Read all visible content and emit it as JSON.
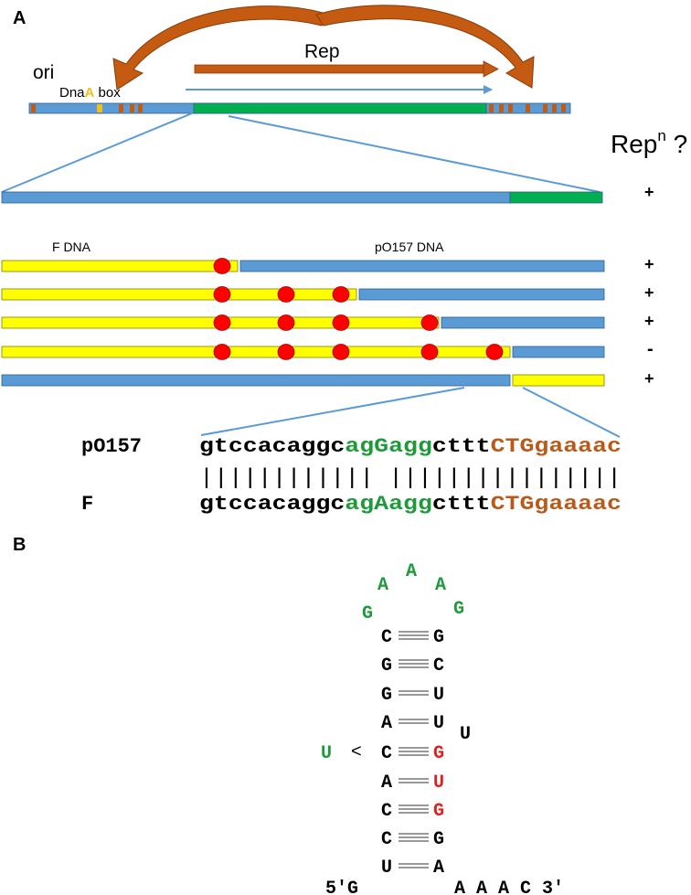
{
  "panel_a": {
    "label": "A",
    "ori_label": "ori",
    "dnaa_prefix": "Dna",
    "dnaa_highlight": "A",
    "dnaa_suffix": " box",
    "rep_label": "Rep",
    "repn_base": "Rep",
    "repn_sup": "n",
    "repn_q": " ?",
    "f_dna_label": "F DNA",
    "po157_dna_label": "pO157 DNA",
    "rows": [
      {
        "result": "+"
      },
      {
        "result": "+",
        "dots": 1
      },
      {
        "result": "+",
        "dots": 3
      },
      {
        "result": "+",
        "dots": 4
      },
      {
        "result": "-",
        "dots": 5
      },
      {
        "result": "+"
      }
    ],
    "alignment": {
      "top_name": "pO157",
      "bottom_name": "F",
      "top_seq": [
        {
          "text": "gtccacaggc",
          "color": "#000000"
        },
        {
          "text": "agGagg",
          "color": "#1f9a3a"
        },
        {
          "text": "cttt",
          "color": "#000000"
        },
        {
          "text": "CTGgaaaac",
          "color": "#b85a1a"
        }
      ],
      "bottom_seq": [
        {
          "text": "gtccacaggc",
          "color": "#000000"
        },
        {
          "text": "agAagg",
          "color": "#1f9a3a"
        },
        {
          "text": "cttt",
          "color": "#000000"
        },
        {
          "text": "CTGgaaaac",
          "color": "#b85a1a"
        }
      ],
      "match_line": "|||||||||||| ||||||||||||||||"
    }
  },
  "panel_b": {
    "label": "B",
    "loop": [
      {
        "base": "G",
        "color": "#1f9a3a"
      },
      {
        "base": "A",
        "color": "#1f9a3a"
      },
      {
        "base": "A",
        "color": "#1f9a3a"
      },
      {
        "base": "A",
        "color": "#1f9a3a"
      },
      {
        "base": "G",
        "color": "#1f9a3a"
      }
    ],
    "stem": [
      {
        "left": "C",
        "right": "G",
        "bond": "triple",
        "right_color": "#000000"
      },
      {
        "left": "G",
        "right": "C",
        "bond": "triple",
        "right_color": "#000000"
      },
      {
        "left": "G",
        "right": "U",
        "bond": "double",
        "right_color": "#000000"
      },
      {
        "left": "A",
        "right": "U",
        "bond": "double",
        "right_color": "#000000"
      },
      {
        "left": "C",
        "right": "G",
        "bond": "triple",
        "right_color": "#e02020"
      },
      {
        "left": "A",
        "right": "U",
        "bond": "double",
        "right_color": "#e02020"
      },
      {
        "left": "C",
        "right": "G",
        "bond": "triple",
        "right_color": "#e02020"
      },
      {
        "left": "C",
        "right": "G",
        "bond": "triple",
        "right_color": "#000000"
      },
      {
        "left": "U",
        "right": "A",
        "bond": "double",
        "right_color": "#000000"
      }
    ],
    "bulge": "U",
    "variant_base": "U",
    "variant_arrow": "<",
    "five_prime": "5′G",
    "three_prime_tail": "A A A C 3′"
  },
  "colors": {
    "blue": "#5b9bd5",
    "green": "#00b050",
    "yellow": "#ffff00",
    "orange": "#c55a11",
    "red": "#ff0000",
    "connector": "#5b9bd5"
  }
}
